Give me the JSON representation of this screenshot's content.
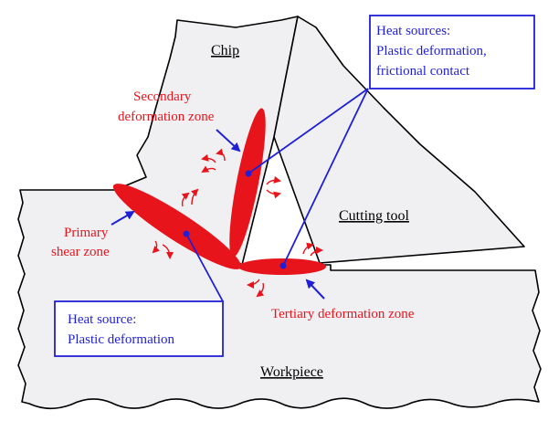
{
  "labels": {
    "chip": "Chip",
    "cutting_tool": "Cutting tool",
    "workpiece": "Workpiece"
  },
  "zones": {
    "secondary_line1": "Secondary",
    "secondary_line2": "deformation zone",
    "primary_line1": "Primary",
    "primary_line2": "shear zone",
    "tertiary": "Tertiary deformation zone"
  },
  "callouts": {
    "top_right": {
      "line1": "Heat sources:",
      "line2": "Plastic deformation,",
      "line3": "frictional contact"
    },
    "bottom_left": {
      "line1": "Heat source:",
      "line2": "Plastic deformation"
    }
  },
  "colors": {
    "zone_red": "#e8141c",
    "callout_blue": "#1f1fd6",
    "outline": "#000000"
  }
}
